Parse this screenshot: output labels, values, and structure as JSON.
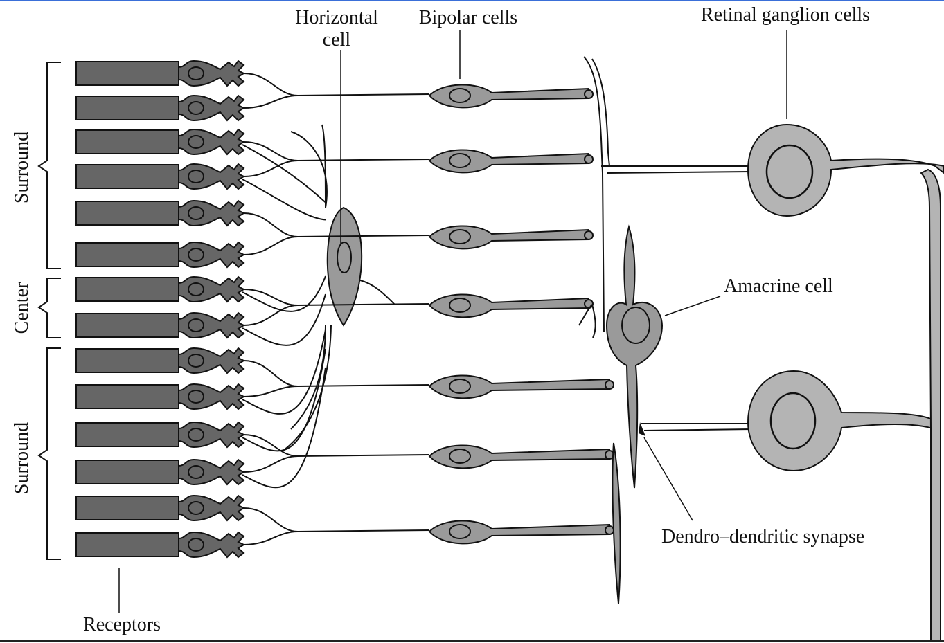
{
  "labels": {
    "horizontal_1": "Horizontal",
    "horizontal_2": "cell",
    "bipolar": "Bipolar cells",
    "ganglion": "Retinal ganglion cells",
    "amacrine": "Amacrine cell",
    "dendro": "Dendro–dendritic synapse",
    "receptors": "Receptors",
    "surround_top": "Surround",
    "center": "Center",
    "surround_bottom": "Surround"
  },
  "colors": {
    "receptor_fill": "#666666",
    "cell_fill": "#9a9a9a",
    "ganglion_fill": "#b4b4b4",
    "line": "#111111"
  }
}
